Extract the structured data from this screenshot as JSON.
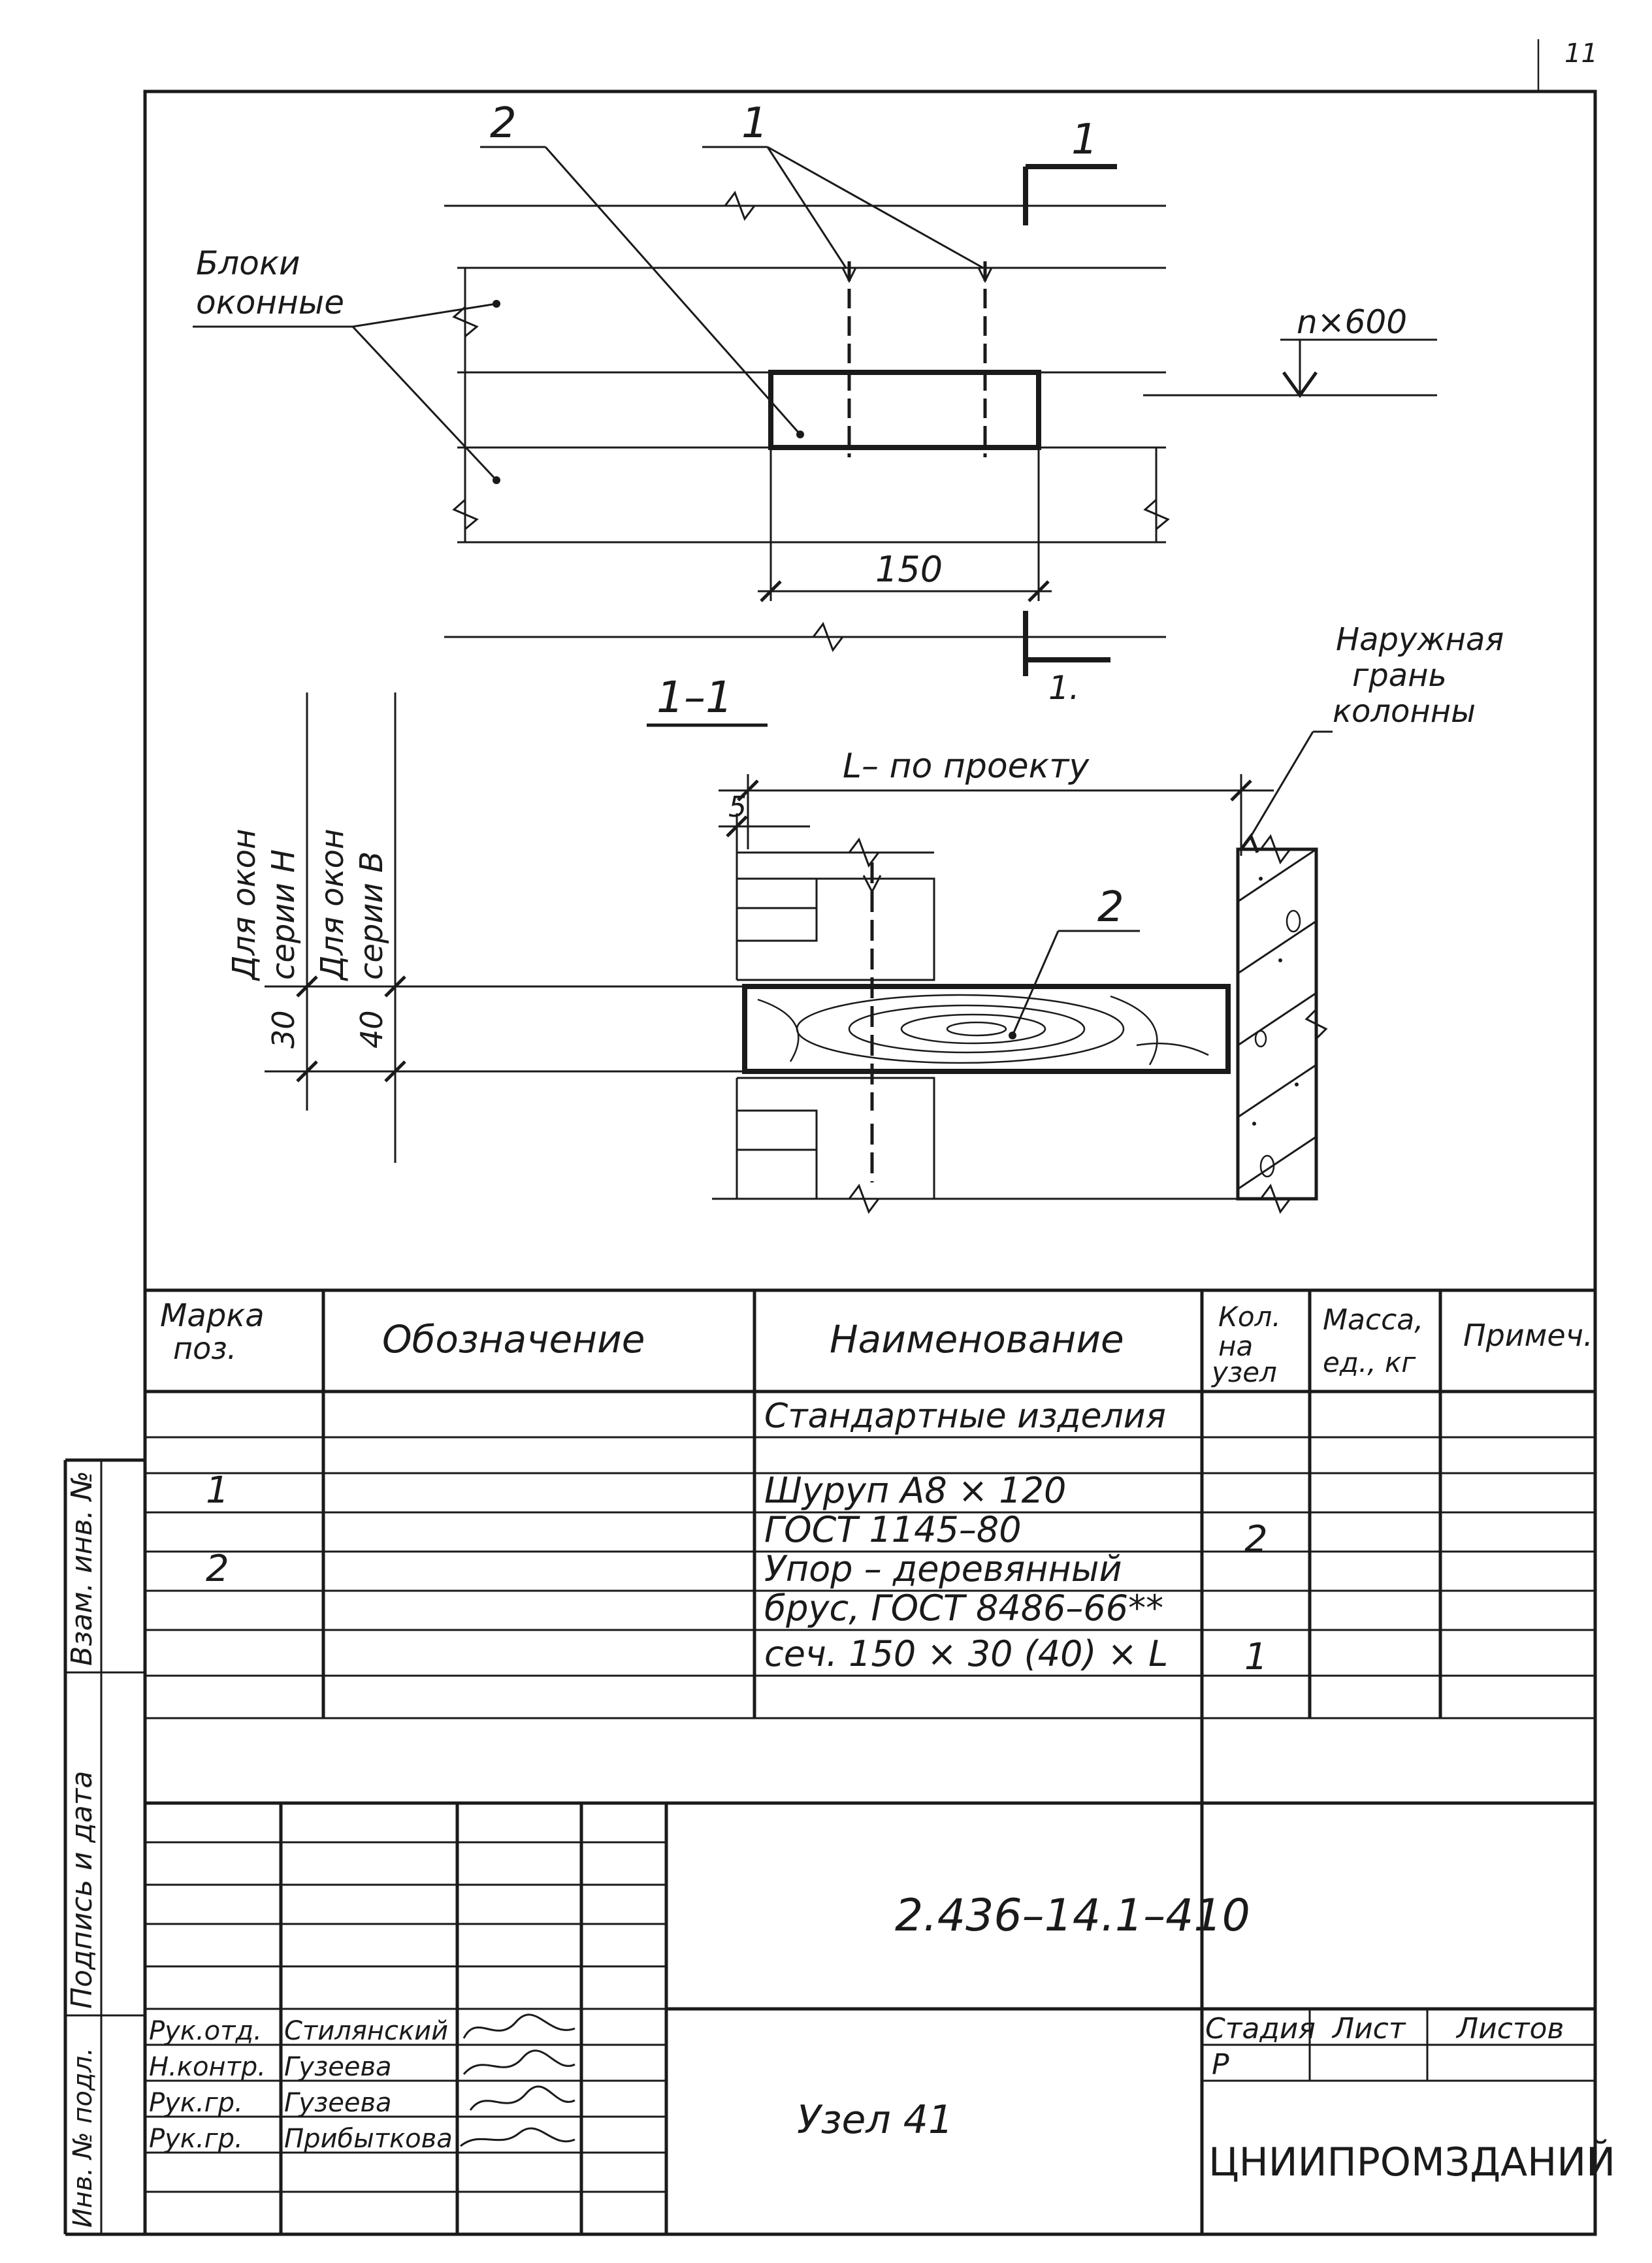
{
  "drawing": {
    "callouts": {
      "part2": "2",
      "part1": "1",
      "section_mark_top": "1",
      "section_mark_bottom": "1."
    },
    "window_blocks_label": [
      "Блоки",
      "оконные"
    ],
    "module_label": "n×600",
    "width_dim": "150",
    "section_title": "1–1",
    "length_dim": "L– по проекту",
    "outer_face_label": [
      "Наружная",
      "грань",
      "колонны"
    ],
    "gap_dim": "5",
    "series_h_label": [
      "Для окон",
      "серии Н"
    ],
    "series_b_label": [
      "Для окон",
      "серии В"
    ],
    "dim_30": "30",
    "dim_40": "40"
  },
  "spec_table": {
    "headers": {
      "mark": [
        "Марка",
        "поз."
      ],
      "designation": "Обозначение",
      "name": "Наименование",
      "qty": [
        "Кол.",
        "на",
        "узел"
      ],
      "mass": [
        "Масса,",
        "ед., кг"
      ],
      "note": "Примеч."
    },
    "rows": [
      {
        "mark": "",
        "name": "Стандартные изделия",
        "qty": ""
      },
      {
        "mark": "1",
        "name": "Шуруп  А8 × 120",
        "qty": ""
      },
      {
        "mark": "",
        "name": "ГОСТ  1145–80",
        "qty": "2"
      },
      {
        "mark": "2",
        "name": "Упор – деревянный",
        "qty": ""
      },
      {
        "mark": "",
        "name": "брус,  ГОСТ 8486–66**",
        "qty": ""
      },
      {
        "mark": "",
        "name": "сеч.  150 × 30 (40) × L",
        "qty": "1"
      }
    ]
  },
  "title_block": {
    "doc_code": "2.436–14.1–410",
    "node_title": "Узел 41",
    "stage_label": "Стадия",
    "sheet_label": "Лист",
    "sheets_label": "Листов",
    "stage_value": "Р",
    "org": "ЦНИИПРОМЗДАНИЙ",
    "people": [
      {
        "role": "Рук.отд.",
        "name": "Стилянский"
      },
      {
        "role": "Н.контр.",
        "name": "Гузеева"
      },
      {
        "role": "Рук.гр.",
        "name": "Гузеева"
      },
      {
        "role": "Рук.гр.",
        "name": "Прибыткова"
      }
    ]
  },
  "side_stamp": {
    "inv_orig": "Инв. № подл.",
    "sign_date": "Подпись и дата",
    "vzam_inv": "Взам. инв. №"
  },
  "corner_mark": "11"
}
